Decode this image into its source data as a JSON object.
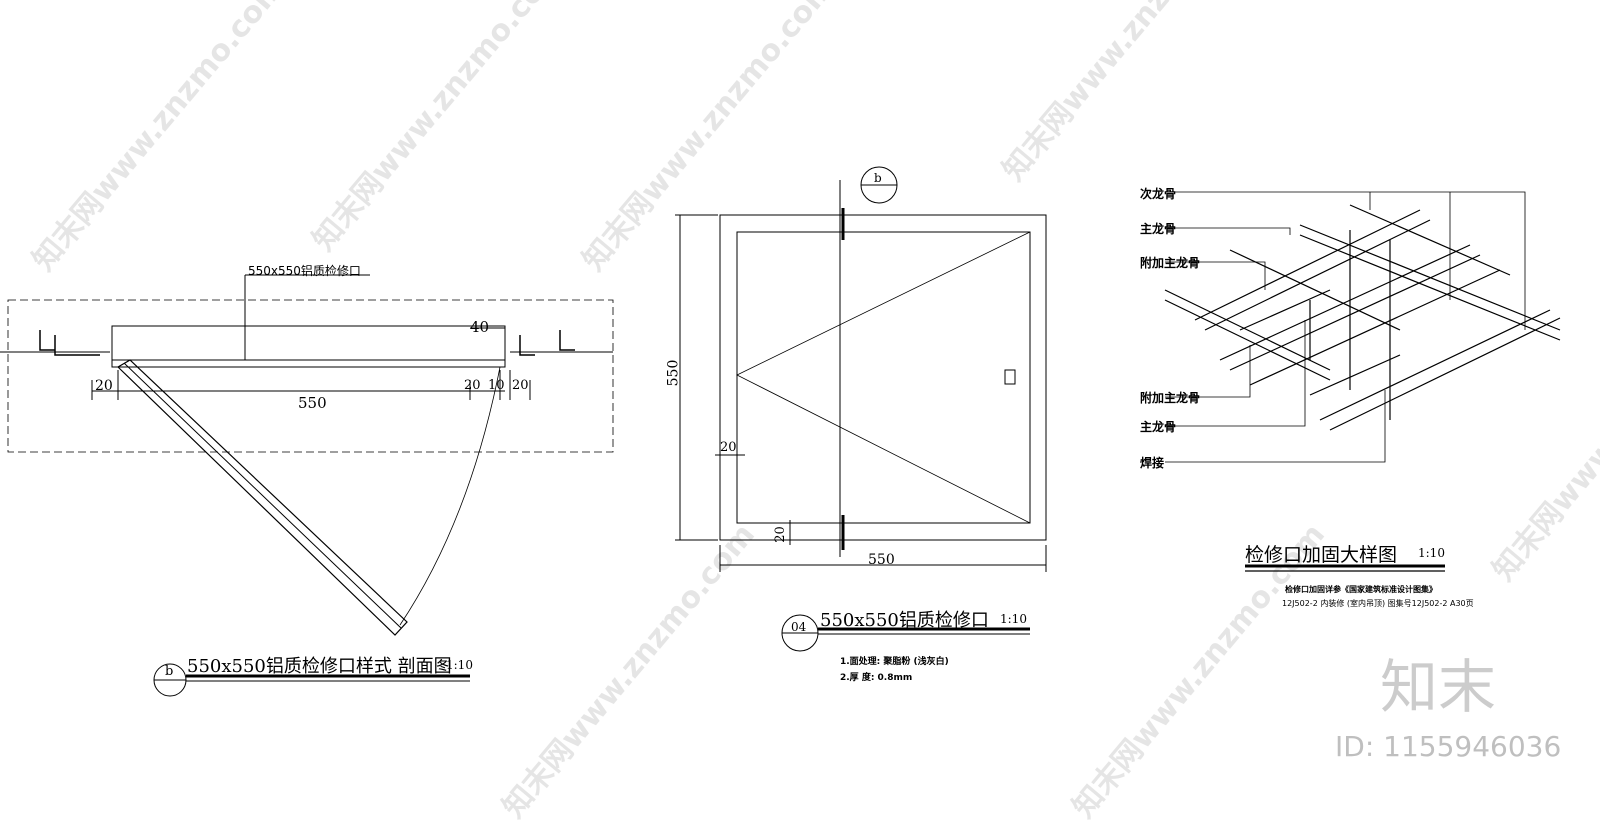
{
  "section_drawing": {
    "callout": "550x550铝质检修口",
    "dims": {
      "top": "40",
      "left": "20",
      "width": "550",
      "right_a": "20",
      "right_b": "10",
      "right_c": "20"
    },
    "title": "550x550铝质检修口样式 剖面图",
    "scale": "1:10",
    "marker": "b"
  },
  "plan_drawing": {
    "section_marker": "b",
    "dims": {
      "height": "550",
      "width": "550",
      "left_inset": "20",
      "bottom_inset": "20"
    },
    "title": "550x550铝质检修口",
    "scale": "1:10",
    "marker": "04",
    "notes": [
      "1.面处理: 聚脂粉 (浅灰白)",
      "2.厚  度: 0.8mm"
    ]
  },
  "detail_drawing": {
    "labels": [
      "次龙骨",
      "主龙骨",
      "附加主龙骨",
      "附加主龙骨",
      "主龙骨",
      "焊接"
    ],
    "title": "检修口加固大样图",
    "scale": "1:10",
    "notes": [
      "检修口加固详参《国家建筑标准设计图集》",
      "12J502-2 内装修 (室内吊顶)    图集号12J502-2   A30页"
    ]
  },
  "watermark": {
    "text": "知末网www.znzmo.com",
    "logo": "知末",
    "id": "ID: 1155946036"
  }
}
